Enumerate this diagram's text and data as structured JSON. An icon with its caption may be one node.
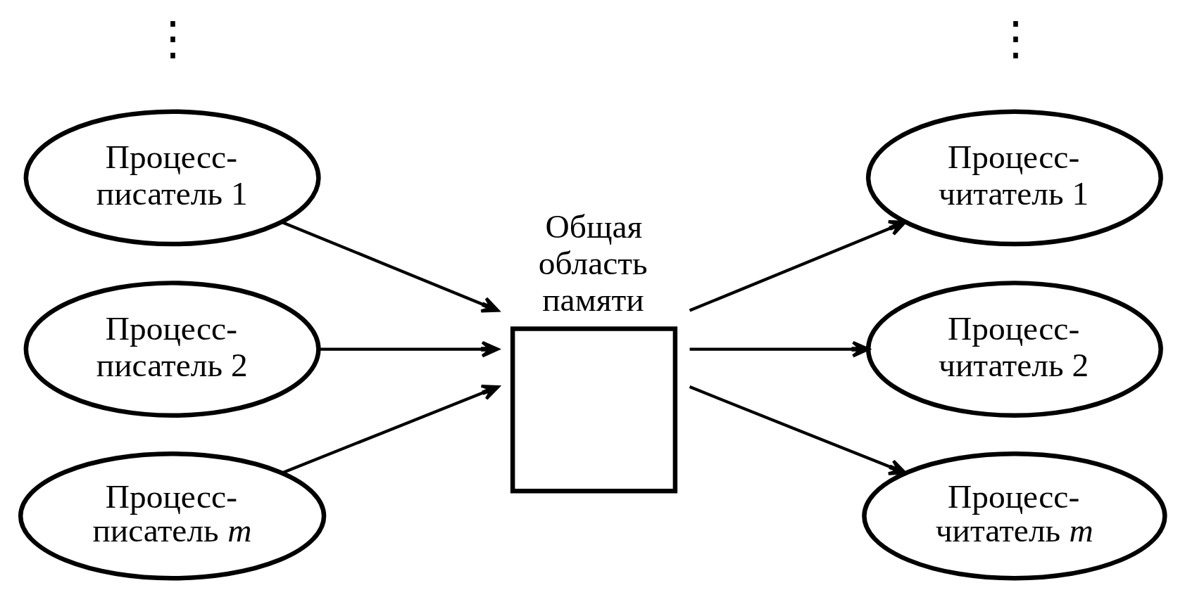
{
  "diagram": {
    "nodes": [
      {
        "text": [
          "Процесс- писатель 1"
        ]
      },
      {
        "text": [
          "Процесс- писатель 2"
        ]
      },
      {
        "text": [
          "Процесс- писатель *m*"
        ]
      },
      {
        "text": [
          "Общая область памяти"
        ]
      },
      {
        "text": [
          "Процесс- читатель 1"
        ]
      },
      {
        "text": [
          "Процесс- читатель 2"
        ]
      },
      {
        "text": [
          "Процесс- читатель *m*"
        ]
      }
    ],
    "edges": [
      {
        "from": 0,
        "to": 3,
        "arrow": "to"
      },
      {
        "from": 1,
        "to": 3,
        "arrow": "to"
      },
      {
        "from": 2,
        "to": 3,
        "arrow": "to"
      },
      {
        "from": 3,
        "to": 4,
        "arrow": "to"
      },
      {
        "from": 3,
        "to": 5,
        "arrow": "to"
      },
      {
        "from": 3,
        "to": 6,
        "arrow": "to"
      }
    ],
    "labels": [
      "⋮",
      "⋮"
    ]
  }
}
